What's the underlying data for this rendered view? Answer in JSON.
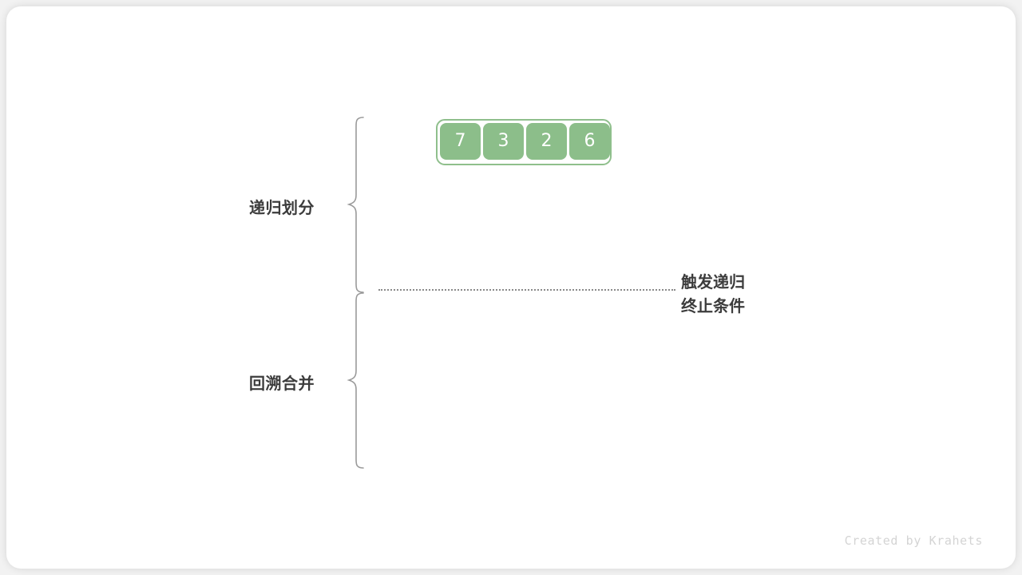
{
  "figure": {
    "background_color": "#ffffff",
    "card_color": "#ffffff"
  },
  "array": {
    "name": "input-array",
    "cell_color": "#8cbe8a",
    "border_color": "#8fbf8c",
    "text_color": "#ffffff",
    "values": [
      "7",
      "3",
      "2",
      "6"
    ]
  },
  "sections": [
    {
      "key": "divide",
      "label": "递归划分"
    },
    {
      "key": "merge",
      "label": "回溯合并"
    }
  ],
  "annotation": {
    "line1": "触发递归",
    "line2": "终止条件",
    "color": "#3c3c3c"
  },
  "divider": {
    "style": "dotted",
    "color": "#8a8a8a"
  },
  "credit": {
    "text": "Created by Krahets",
    "color": "#d4d4d4"
  }
}
